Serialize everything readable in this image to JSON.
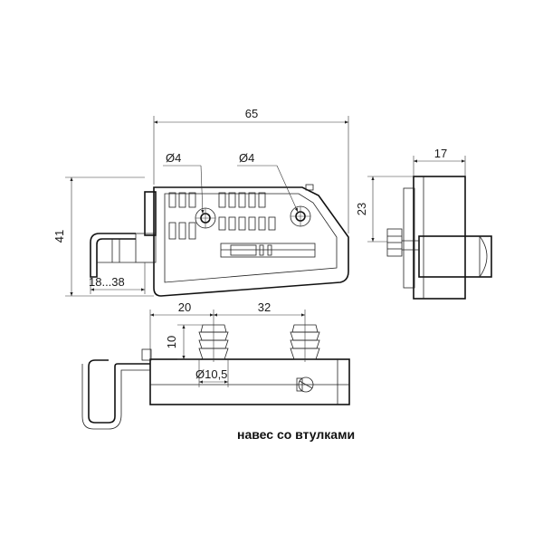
{
  "dimensions": {
    "total_length": "65",
    "height": "41",
    "slot_range": "18...38",
    "hole_left": "Ø4",
    "hole_right": "Ø4",
    "side_depth": "17",
    "side_height": "23",
    "bush_offset": "20",
    "bush_spacing": "32",
    "bush_height": "10",
    "bush_diameter": "Ø10,5"
  },
  "caption": "навес со втулками"
}
